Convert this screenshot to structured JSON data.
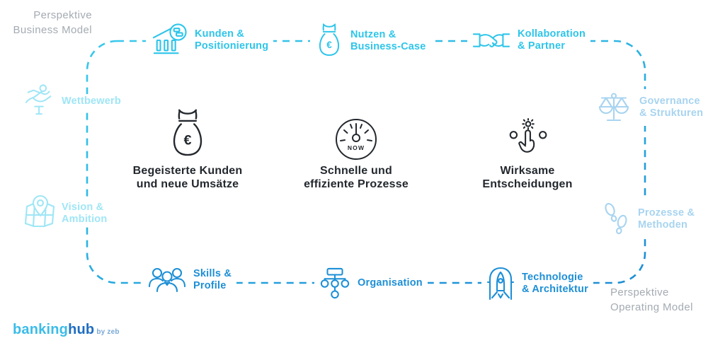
{
  "colors": {
    "cyan": "#2ec5ea",
    "pale_cyan": "#9fe6f6",
    "pale_blue": "#a8d4f0",
    "blue": "#1d8fd6",
    "dark": "#23282e",
    "gray": "#a4abb2"
  },
  "corner_labels": {
    "business_model": {
      "line1": "Perspektive",
      "line2": "Business Model"
    },
    "operating_model": {
      "line1": "Perspektive",
      "line2": "Operating Model"
    }
  },
  "border_items": {
    "kunden": {
      "line1": "Kunden &",
      "line2": "Positionierung",
      "icon": "bank-coins-icon"
    },
    "nutzen": {
      "line1": "Nutzen &",
      "line2": "Business-Case",
      "icon": "money-bag-icon",
      "symbol": "€"
    },
    "kollaboration": {
      "line1": "Kollaboration",
      "line2": "& Partner",
      "icon": "handshake-icon"
    },
    "wettbewerb": {
      "line1": "Wettbewerb",
      "line2": "",
      "icon": "hurdle-runner-icon"
    },
    "vision": {
      "line1": "Vision &",
      "line2": "Ambition",
      "icon": "map-pin-icon"
    },
    "governance": {
      "line1": "Governance",
      "line2": "& Strukturen",
      "icon": "scales-icon"
    },
    "prozesse": {
      "line1": "Prozesse &",
      "line2": "Methoden",
      "icon": "footsteps-icon"
    },
    "skills": {
      "line1": "Skills &",
      "line2": "Profile",
      "icon": "team-icon"
    },
    "organisation": {
      "line1": "Organisation",
      "line2": "",
      "icon": "org-chart-icon"
    },
    "technologie": {
      "line1": "Technologie",
      "line2": "& Architektur",
      "icon": "rocket-icon"
    }
  },
  "center_items": {
    "revenue": {
      "line1": "Begeisterte Kunden",
      "line2": "und neue Umsätze",
      "symbol": "€",
      "icon": "euro-money-bag-icon"
    },
    "processes": {
      "line1": "Schnelle und",
      "line2": "effiziente Prozesse",
      "gauge_label": "NOW",
      "icon": "speedometer-now-icon"
    },
    "decisions": {
      "line1": "Wirksame",
      "line2": "Entscheidungen",
      "icon": "decision-tap-icon"
    }
  },
  "logo": {
    "part1": "banking",
    "part2": "hub",
    "byline": "by zeb"
  }
}
